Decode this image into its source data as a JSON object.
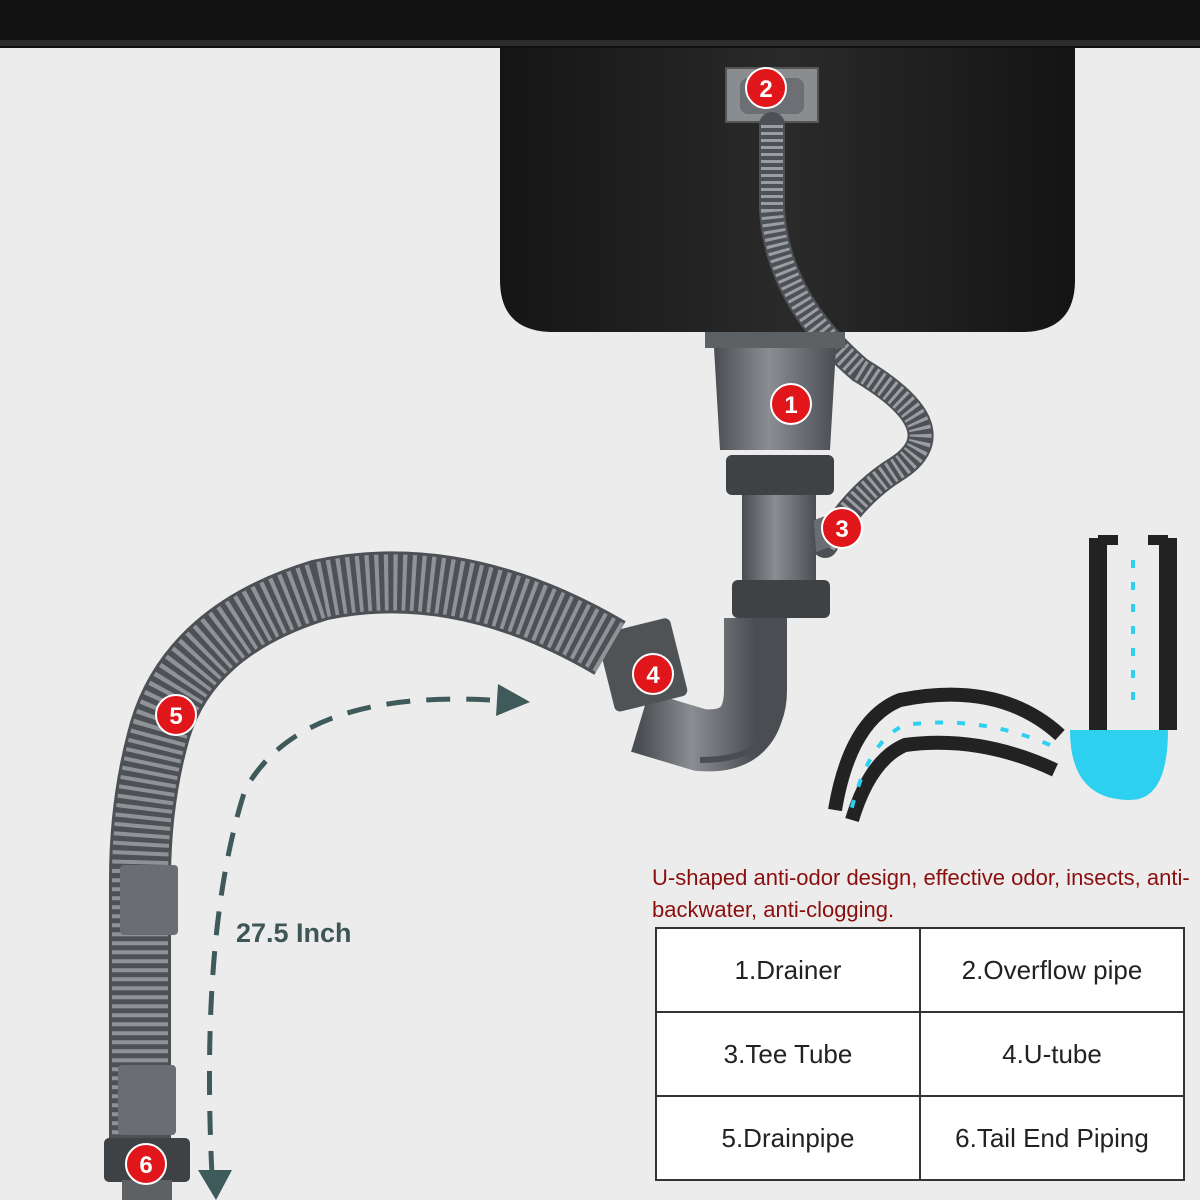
{
  "markers": [
    "1",
    "2",
    "3",
    "4",
    "5",
    "6"
  ],
  "length_label": "27.5 Inch",
  "tagline": "U-shaped anti-odor design, effective odor, insects, anti-backwater, anti-clogging.",
  "parts": [
    [
      "1.Drainer",
      "2.Overflow pipe"
    ],
    [
      "3.Tee Tube",
      "4.U-tube"
    ],
    [
      "5.Drainpipe",
      "6.Tail End Piping"
    ]
  ],
  "colors": {
    "background": "#ececec",
    "counter": "#111111",
    "basin": "#1b1b1b",
    "pipe": "#6e7276",
    "pipe_dark": "#4f5356",
    "marker": "#e0161b",
    "arrow": "#3f5a5a",
    "water": "#2ed0f0",
    "tagline": "#8b0e0e"
  },
  "icons": [
    "sink-basin",
    "overflow-hose",
    "corrugated-drainpipe",
    "u-trap-water-flow-icon"
  ]
}
